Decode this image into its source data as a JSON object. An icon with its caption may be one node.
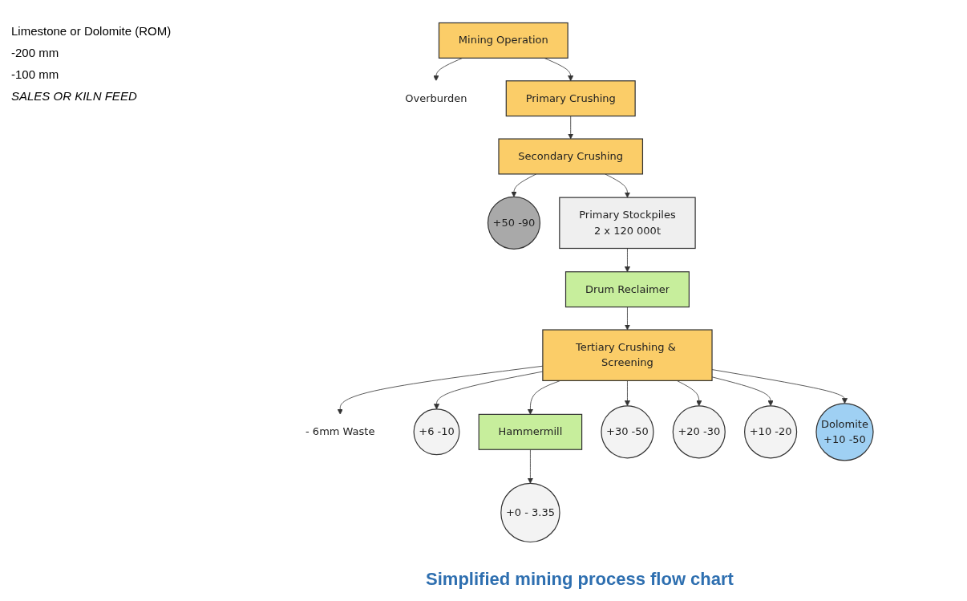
{
  "diagram": {
    "caption": "Simplified mining process flow chart",
    "nodes": [
      {
        "text": [
          "Mining Operation"
        ]
      },
      {
        "text": [
          "Overburden"
        ]
      },
      {
        "text": [
          "Primary Crushing"
        ]
      },
      {
        "text": [
          "+50 -90"
        ]
      },
      {
        "text": [
          "Secondary Crushing"
        ]
      },
      {
        "text": [
          "Primary Stockpiles",
          "2 x 120 000t"
        ]
      },
      {
        "text": [
          "Drum Reclaimer"
        ]
      },
      {
        "text": [
          "Tertiary Crushing & Screening"
        ]
      },
      {
        "text": [
          "- 6mm Waste"
        ]
      },
      {
        "text": [
          "+6 -10"
        ]
      },
      {
        "text": [
          "Hammermill"
        ]
      },
      {
        "text": [
          "+30 -50"
        ]
      },
      {
        "text": [
          "+20 -30"
        ]
      },
      {
        "text": [
          "+10 -20"
        ]
      },
      {
        "text": [
          "Dolomite",
          "+10 -50"
        ]
      },
      {
        "text": [
          "+0 - 3.35"
        ]
      }
    ],
    "edges": [
      {
        "from": 0,
        "to": 1,
        "arrow": "to"
      },
      {
        "from": 0,
        "to": 2,
        "arrow": "to"
      },
      {
        "from": 2,
        "to": 4,
        "arrow": "to"
      },
      {
        "from": 4,
        "to": 3,
        "arrow": "to"
      },
      {
        "from": 4,
        "to": 5,
        "arrow": "to"
      },
      {
        "from": 5,
        "to": 6,
        "arrow": "to"
      },
      {
        "from": 6,
        "to": 7,
        "arrow": "to"
      },
      {
        "from": 7,
        "to": 8,
        "arrow": "to"
      },
      {
        "from": 7,
        "to": 9,
        "arrow": "to"
      },
      {
        "from": 7,
        "to": 10,
        "arrow": "to"
      },
      {
        "from": 7,
        "to": 11,
        "arrow": "to"
      },
      {
        "from": 7,
        "to": 12,
        "arrow": "to"
      },
      {
        "from": 7,
        "to": 13,
        "arrow": "to"
      },
      {
        "from": 7,
        "to": 14,
        "arrow": "to"
      },
      {
        "from": 10,
        "to": 15,
        "arrow": "to"
      }
    ],
    "labels": [
      "Limestone or Dolomite (ROM)",
      "-200 mm",
      "-100 mm",
      "SALES OR KILN FEED"
    ]
  }
}
